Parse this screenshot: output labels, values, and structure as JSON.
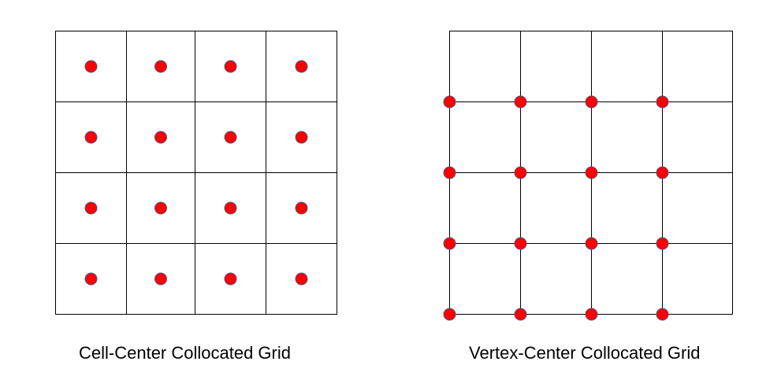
{
  "colors": {
    "background": "#ffffff",
    "grid_line": "#000000",
    "point_fill": "#ff0000",
    "point_stroke": "#4a5a8a"
  },
  "panels": [
    {
      "id": "cell-center",
      "caption": "Cell-Center Collocated Grid",
      "grid": {
        "rows": 4,
        "cols": 4
      },
      "point_placement": "cell-centers"
    },
    {
      "id": "vertex-center",
      "caption": "Vertex-Center Collocated Grid",
      "grid": {
        "rows": 4,
        "cols": 4
      },
      "point_placement": "grid-vertices-bottom-left-4x4"
    }
  ]
}
